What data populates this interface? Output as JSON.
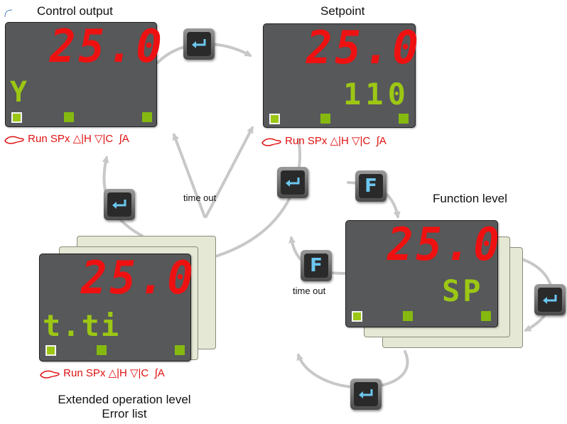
{
  "colors": {
    "segment": "#ee1111",
    "lcd_green": "#9cc714",
    "status_red": "#e01010",
    "panel": "#56585a",
    "arrow": "#c8c8c8",
    "key_glyph": "#6cc7f0"
  },
  "labels": {
    "control_output": "Control output",
    "setpoint": "Setpoint",
    "function_level": "Function level",
    "time_out_center": "time out",
    "time_out_right": "time out",
    "extended_line1": "Extended operation level",
    "extended_line2": "Error list"
  },
  "displays": {
    "control_output": {
      "value": "25.0",
      "secondary": "Y"
    },
    "setpoint": {
      "value": "25.0",
      "secondary": "110"
    },
    "extended": {
      "value": "25.0",
      "secondary": "t.ti"
    },
    "function": {
      "value": "25.0",
      "secondary": "SP"
    }
  },
  "status_bar": {
    "run": "Run",
    "spx": "SPx",
    "h": "△|H",
    "c": "▽|C",
    "a": "∫A"
  },
  "keys": {
    "enter_icon": "enter-icon",
    "function_key": "F"
  }
}
